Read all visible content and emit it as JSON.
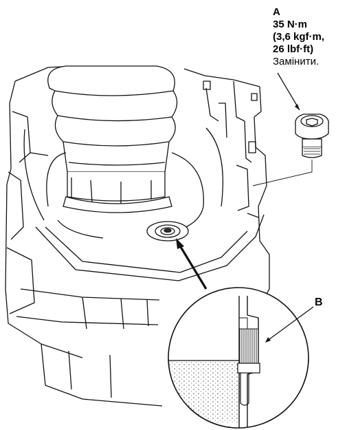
{
  "label_a": {
    "letter": "A",
    "torque_nm": "35 N·m",
    "torque_kgf": "(3,6 kgf·m,",
    "torque_lbf": "26 lbf·ft)",
    "note": "Замінити."
  },
  "label_b": {
    "letter": "B"
  }
}
